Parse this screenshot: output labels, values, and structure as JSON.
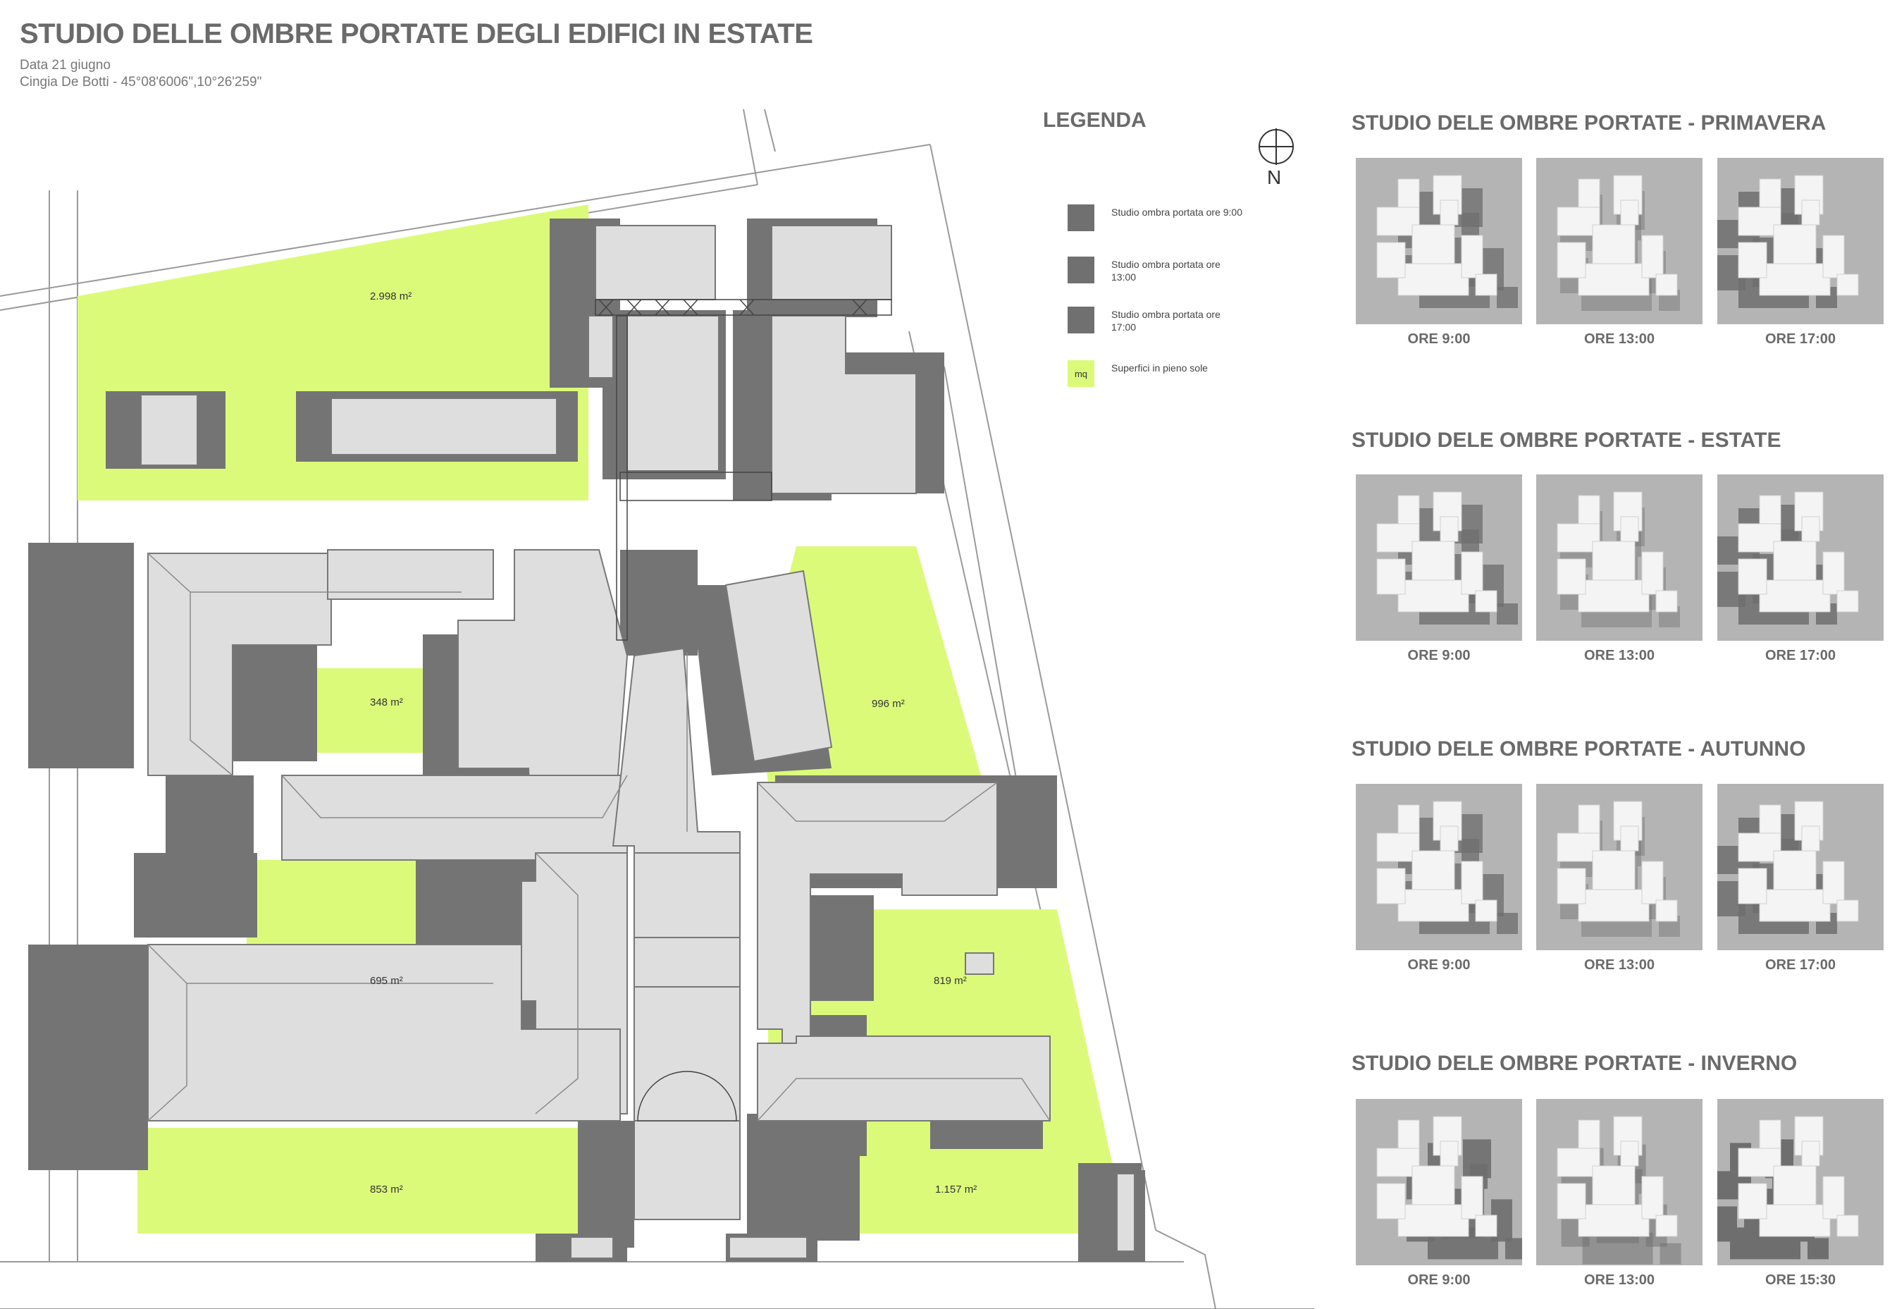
{
  "header": {
    "title": "STUDIO DELLE OMBRE PORTATE DEGLI EDIFICI IN ESTATE",
    "date": "Data 21 giugno",
    "location": "Cingia De Botti - 45°08'6006\",10°26'259\""
  },
  "legend": {
    "title": "LEGENDA",
    "items": [
      {
        "label": "Studio ombra portata ore 9:00",
        "color": "#707070"
      },
      {
        "label": "Studio ombra portata ore 13:00",
        "color": "#707070"
      },
      {
        "label": "Studio ombra portata ore 17:00",
        "color": "#707070"
      },
      {
        "label": "Superfici in pieno sole",
        "swatch_text": "mq",
        "color": "#dcfa7a"
      }
    ]
  },
  "north": {
    "letter": "N"
  },
  "plan": {
    "areas": [
      {
        "label": "2.998 m²"
      },
      {
        "label": "348 m²"
      },
      {
        "label": "996 m²"
      },
      {
        "label": "695 m²"
      },
      {
        "label": "819 m²"
      },
      {
        "label": "853 m²"
      },
      {
        "label": "1.157 m²"
      }
    ],
    "colors": {
      "sun": "#dcfa7a",
      "shadow": "#747474",
      "roof": "#dedede",
      "road": "#999999"
    }
  },
  "seasons": [
    {
      "title": "STUDIO DELE OMBRE PORTATE - PRIMAVERA",
      "hours": [
        "ORE 9:00",
        "ORE 13:00",
        "ORE 17:00"
      ]
    },
    {
      "title": "STUDIO DELE OMBRE PORTATE - ESTATE",
      "hours": [
        "ORE 9:00",
        "ORE 13:00",
        "ORE 17:00"
      ]
    },
    {
      "title": "STUDIO DELE OMBRE PORTATE - AUTUNNO",
      "hours": [
        "ORE 9:00",
        "ORE 13:00",
        "ORE 17:00"
      ]
    },
    {
      "title": "STUDIO DELE OMBRE PORTATE - INVERNO",
      "hours": [
        "ORE 9:00",
        "ORE 13:00",
        "ORE 15:30"
      ]
    }
  ]
}
